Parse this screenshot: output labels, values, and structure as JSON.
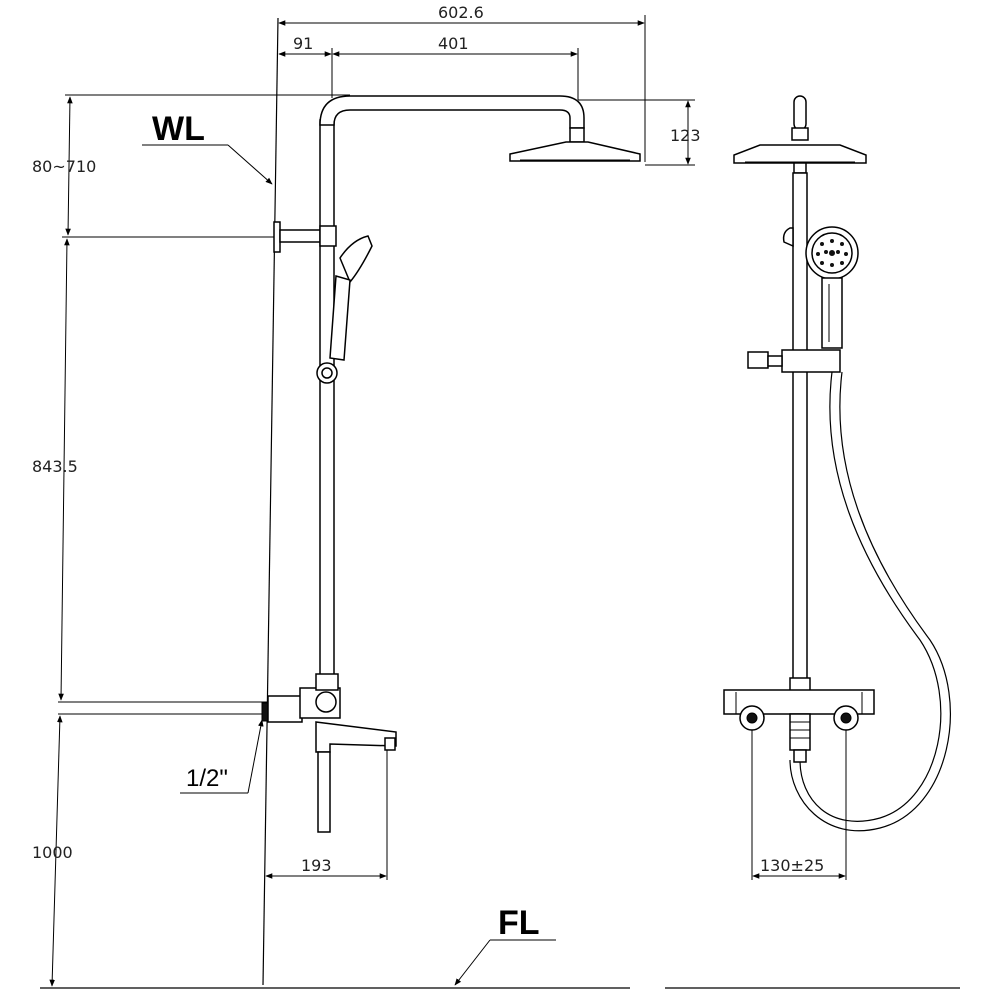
{
  "labels": {
    "wl": "WL",
    "fl": "FL",
    "pipe": "1/2\""
  },
  "dimensions": {
    "total_reach": "602.6",
    "wall_offset": "91",
    "arm_length": "401",
    "head_height": "123",
    "bracket_range": "80~710",
    "rail_length": "843.5",
    "mixer_height": "1000",
    "spout_reach": "193",
    "inlet_spacing": "130±25"
  }
}
